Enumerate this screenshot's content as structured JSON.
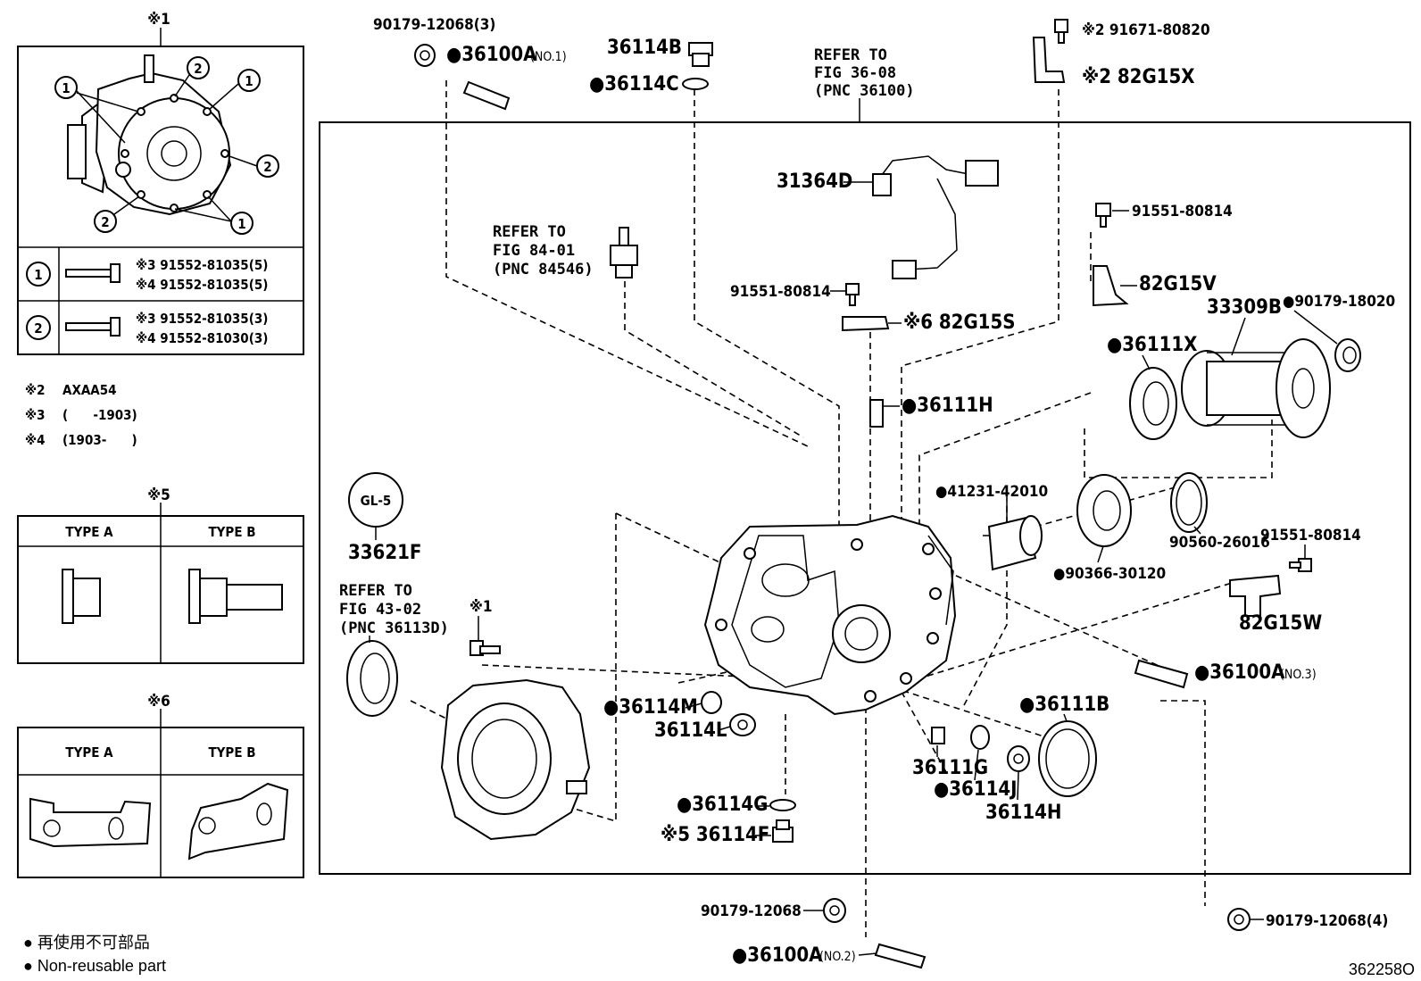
{
  "header": {
    "sym1": "※1",
    "refs": [
      {
        "id": "r1",
        "lines": [
          "REFER TO",
          "FIG 36-08",
          "(PNC 36100)"
        ]
      },
      {
        "id": "r2",
        "lines": [
          "REFER TO",
          "FIG 84-01",
          "(PNC 84546)"
        ]
      },
      {
        "id": "r3",
        "lines": [
          "REFER TO",
          "FIG 43-02",
          "(PNC 36113D)"
        ]
      }
    ]
  },
  "inset_table": {
    "row1_marker": "1",
    "row2_marker": "2",
    "row1_a": "※3 91552-81035(5)",
    "row1_b": "※4 91552-81035(5)",
    "row2_a": "※3 91552-81035(3)",
    "row2_b": "※4 91552-81030(3)"
  },
  "notes": [
    {
      "key": "※2",
      "text": "AXAA54"
    },
    {
      "key": "※3",
      "text": "(      -1903)"
    },
    {
      "key": "※4",
      "text": "(1903-      )"
    }
  ],
  "type_tables": {
    "t5_title": "※5",
    "t6_title": "※6",
    "type_a": "TYPE A",
    "type_b": "TYPE B"
  },
  "parts": {
    "p90179_12068_3": "90179-12068(3)",
    "p36100A_no1": "●36100A",
    "no1": "(NO.1)",
    "p36114B": "36114B",
    "p36114C": "●36114C",
    "p91671": "※2 91671-80820",
    "p82G15X": "※2 82G15X",
    "p31364D": "31364D",
    "p91551_a": "91551-80814",
    "p91551_b": "91551-80814",
    "p91551_c": "91551-80814",
    "p82G15S": "※6 82G15S",
    "p82G15V": "82G15V",
    "p33309B": "33309B",
    "p90179_18020": "●90179-18020",
    "p36111X": "●36111X",
    "p36111H": "●36111H",
    "p41231": "●41231-42010",
    "p90366": "●90366-30120",
    "p90560": "90560-26016",
    "p82G15W": "82G15W",
    "p33621F": "33621F",
    "gl5": "GL-5",
    "sym1b": "※1",
    "p36100A_no3": "●36100A",
    "no3": "(NO.3)",
    "p36111B": "●36111B",
    "p36114M": "●36114M",
    "p36114L": "36114L",
    "p36111G": "36111G",
    "p36114J": "●36114J",
    "p36114H": "36114H",
    "p36114G": "●36114G",
    "p36114F": "※5 36114F",
    "p90179_12068": "90179-12068",
    "p90179_12068_4": "90179-12068(4)",
    "p36100A_no2": "●36100A",
    "no2": "(NO.2)"
  },
  "legend": {
    "jp": "● 再使用不可部品",
    "en": "● Non-reusable part"
  },
  "figure_code": "362258O"
}
